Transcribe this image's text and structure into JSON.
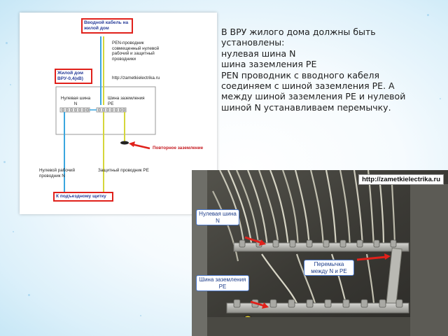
{
  "diagram": {
    "box_input_cable": "Вводной кабель на жилой дом",
    "pen_label": "PEN-проводник совмещенный нулевой рабочий и защитный проводники",
    "url": "http://zametkielectrika.ru",
    "box_house": "Жилой дом ВРУ-0,4(кВ)",
    "neutral_bus": "Нулевая шина N",
    "ground_bus": "Шина заземления PE",
    "repeat_ground": "Повторное заземление",
    "neutral_conductor": "Нулевой рабочий проводник N",
    "protective_conductor": "Защитный проводник PE",
    "box_entrance": "К подъездному щитку"
  },
  "text": {
    "lines": [
      "В ВРУ жилого дома должны быть",
      "установлены:",
      "нулевая шина N",
      "шина заземления PE",
      "PEN проводник с вводного кабеля",
      "соединяем с шиной заземления PE. А",
      "между шиной заземления PE и нулевой",
      "шиной N устанавливаем перемычку."
    ]
  },
  "photo": {
    "url": "http://zametkielectrika.ru",
    "callout_neutral": "Нулевая шина N",
    "callout_jumper": "Перемычка между N и PE",
    "callout_ground": "Шина заземления PE"
  },
  "colors": {
    "red": "#e0211b",
    "blue_wire": "#3aa6df",
    "yellow_wire": "#d5d63a",
    "callout_border": "#4a77c9"
  }
}
